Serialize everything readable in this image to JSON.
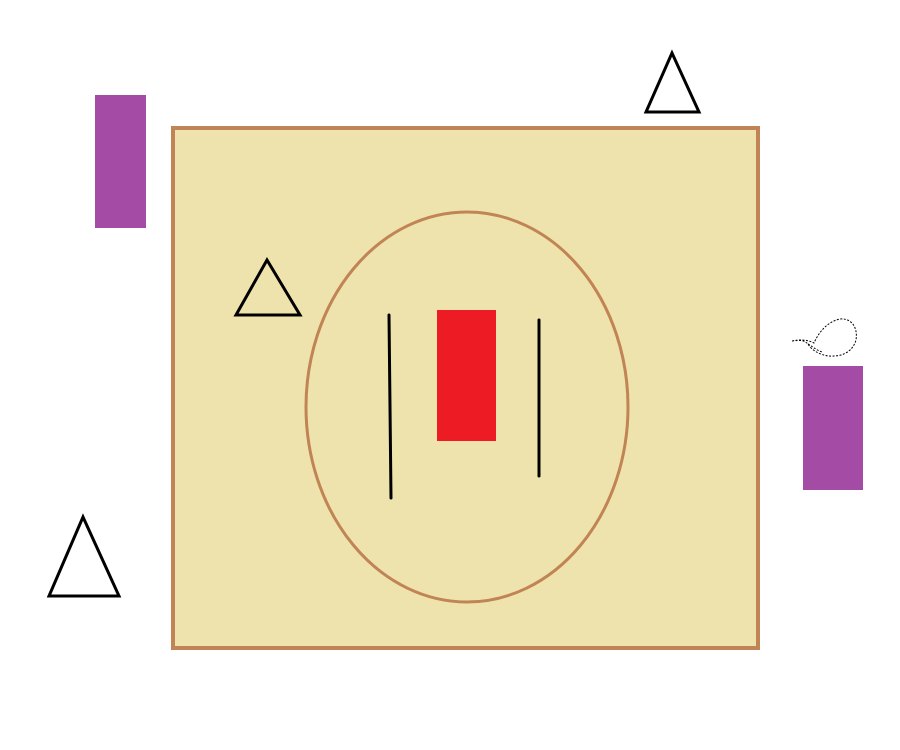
{
  "colors": {
    "background": "#ffffff",
    "field_fill": "#efe3ad",
    "field_border": "#c08455",
    "circle_stroke": "#c08455",
    "purple_block": "#a34ba5",
    "red_block": "#ed1c24",
    "line_stroke": "#000000"
  },
  "shapes": {
    "field": "rectangle",
    "inner_circle": "ellipse",
    "center_block": "rectangle",
    "side_blocks": [
      "rectangle",
      "rectangle"
    ],
    "markers": [
      "triangle",
      "triangle",
      "triangle"
    ],
    "scribble": "scribble"
  },
  "icons": [
    "triangle-icon",
    "triangle-icon",
    "triangle-icon",
    "scribble-icon"
  ]
}
